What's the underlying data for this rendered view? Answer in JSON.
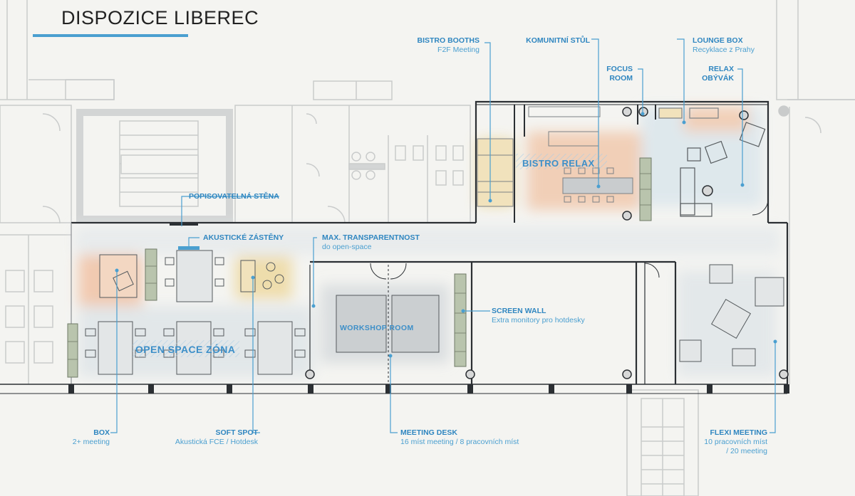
{
  "title": "DISPOZICE LIBEREC",
  "colors": {
    "accent": "#4a9fd0",
    "wall": "#2b2f33",
    "wall_light": "#b9bcbc",
    "zone_orange": "#f0c6a6",
    "zone_yellow": "#efdba4",
    "zone_blue": "#cfe0ea",
    "zone_grey": "#d9dcdd"
  },
  "labels": {
    "bistro_booths": {
      "title": "BISTRO BOOTHS",
      "subtitle": "F2F Meeting"
    },
    "komunitni_stul": {
      "title": "KOMUNITNÍ STŮL"
    },
    "lounge_box": {
      "title": "LOUNGE BOX",
      "subtitle": "Recyklace z Prahy"
    },
    "focus_room": {
      "title": "FOCUS",
      "title2": "ROOM"
    },
    "relax": {
      "title": "RELAX",
      "title2": "OBÝVÁK"
    },
    "popisovatelna_stena": {
      "title": "POPISOVATELNÁ STĚNA"
    },
    "akusticke_zasteny": {
      "title": "AKUSTICKÉ ZÁSTĚNY"
    },
    "max_transparentnost": {
      "title": "MAX. TRANSPARENTNOST",
      "subtitle": "do open-space"
    },
    "screen_wall": {
      "title": "SCREEN WALL",
      "subtitle": "Extra monitory pro hotdesky"
    },
    "box": {
      "title": "BOX",
      "subtitle": "2+ meeting"
    },
    "soft_spot": {
      "title": "SOFT SPOT",
      "subtitle": "Akustická FCE / Hotdesk"
    },
    "meeting_desk": {
      "title": "MEETING DESK",
      "subtitle": "16 míst meeting / 8 pracovních míst"
    },
    "flexi_meeting": {
      "title": "FLEXI MEETING",
      "subtitle": "10 pracovních míst",
      "subtitle2": "/ 20 meeting"
    }
  },
  "zones": {
    "bistro_relax": "BISTRO RELAX",
    "open_space": "OPEN SPACE ZÓNA",
    "workshop_room": "WORKSHOP ROOM"
  }
}
